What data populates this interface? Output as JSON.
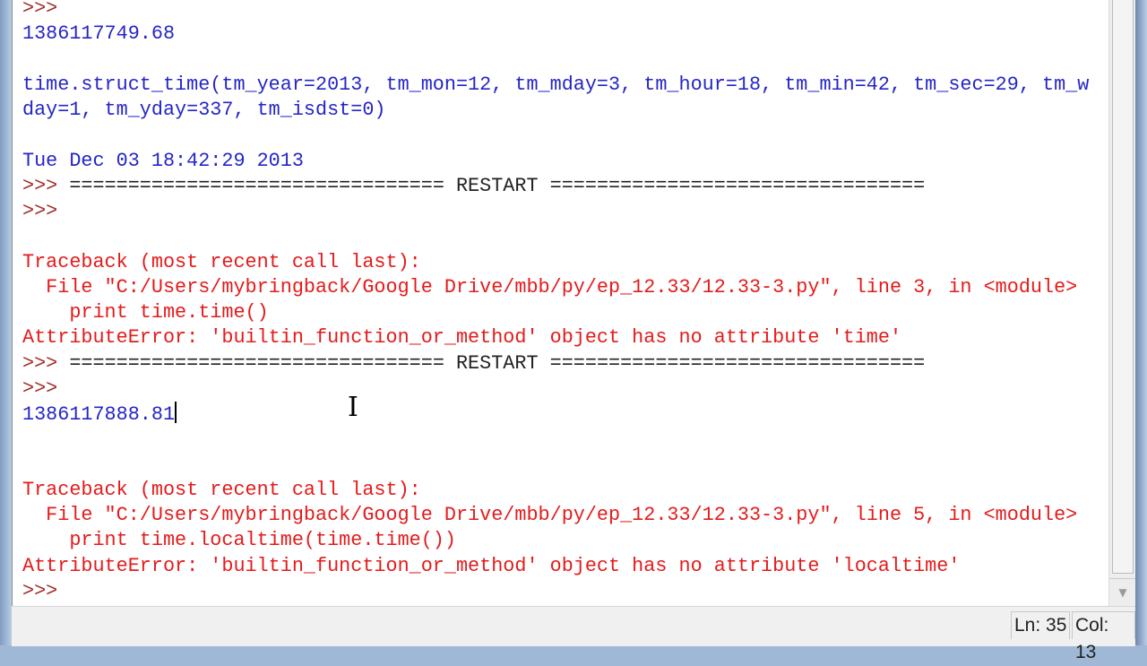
{
  "shell": {
    "lines": [
      {
        "type": "prompt",
        "text": ">>>"
      },
      {
        "type": "out",
        "text": "1386117749.68"
      },
      {
        "type": "blank",
        "text": ""
      },
      {
        "type": "out",
        "text": "time.struct_time(tm_year=2013, tm_mon=12, tm_mday=3, tm_hour=18, tm_min=42, tm_sec=29, tm_w"
      },
      {
        "type": "out",
        "text": "day=1, tm_yday=337, tm_isdst=0)"
      },
      {
        "type": "blank",
        "text": ""
      },
      {
        "type": "out",
        "text": "Tue Dec 03 18:42:29 2013"
      },
      {
        "type": "restart",
        "prompt": ">>> ",
        "text": "================================ RESTART ================================"
      },
      {
        "type": "prompt",
        "text": ">>>"
      },
      {
        "type": "blank",
        "text": ""
      },
      {
        "type": "err",
        "text": "Traceback (most recent call last):"
      },
      {
        "type": "err",
        "text": "  File \"C:/Users/mybringback/Google Drive/mbb/py/ep_12.33/12.33-3.py\", line 3, in <module>"
      },
      {
        "type": "err",
        "text": "    print time.time()"
      },
      {
        "type": "err",
        "text": "AttributeError: 'builtin_function_or_method' object has no attribute 'time'"
      },
      {
        "type": "restart",
        "prompt": ">>> ",
        "text": "================================ RESTART ================================"
      },
      {
        "type": "prompt",
        "text": ">>>"
      },
      {
        "type": "out",
        "text": "1386117888.81",
        "caret": true
      },
      {
        "type": "blank",
        "text": ""
      },
      {
        "type": "blank",
        "text": ""
      },
      {
        "type": "err",
        "text": "Traceback (most recent call last):"
      },
      {
        "type": "err",
        "text": "  File \"C:/Users/mybringback/Google Drive/mbb/py/ep_12.33/12.33-3.py\", line 5, in <module>"
      },
      {
        "type": "err",
        "text": "    print time.localtime(time.time())"
      },
      {
        "type": "err",
        "text": "AttributeError: 'builtin_function_or_method' object has no attribute 'localtime'"
      },
      {
        "type": "prompt",
        "text": ">>>"
      }
    ]
  },
  "status": {
    "line": "Ln: 35",
    "col": "Col: 13"
  },
  "colors": {
    "prompt": "#a0302a",
    "output": "#2525c8",
    "error": "#e41b1b"
  }
}
